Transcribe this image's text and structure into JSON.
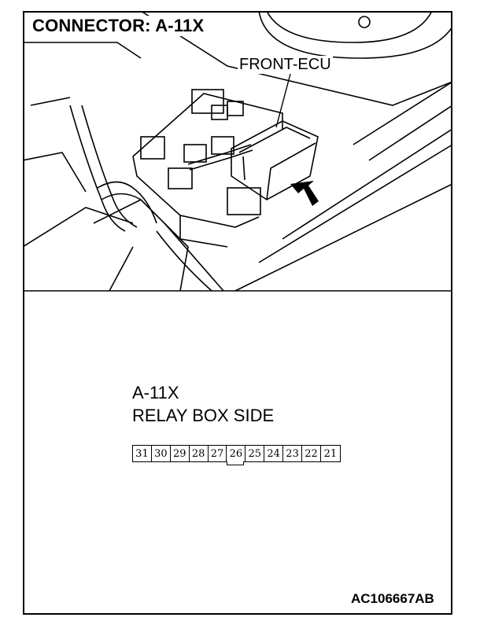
{
  "title": "CONNECTOR: A-11X",
  "callout_label": "FRONT-ECU",
  "connector": {
    "id": "A-11X",
    "side": "RELAY BOX SIDE",
    "pins": [
      "31",
      "30",
      "29",
      "28",
      "27",
      "26",
      "25",
      "24",
      "23",
      "22",
      "21"
    ]
  },
  "figure_code": "AC106667AB"
}
